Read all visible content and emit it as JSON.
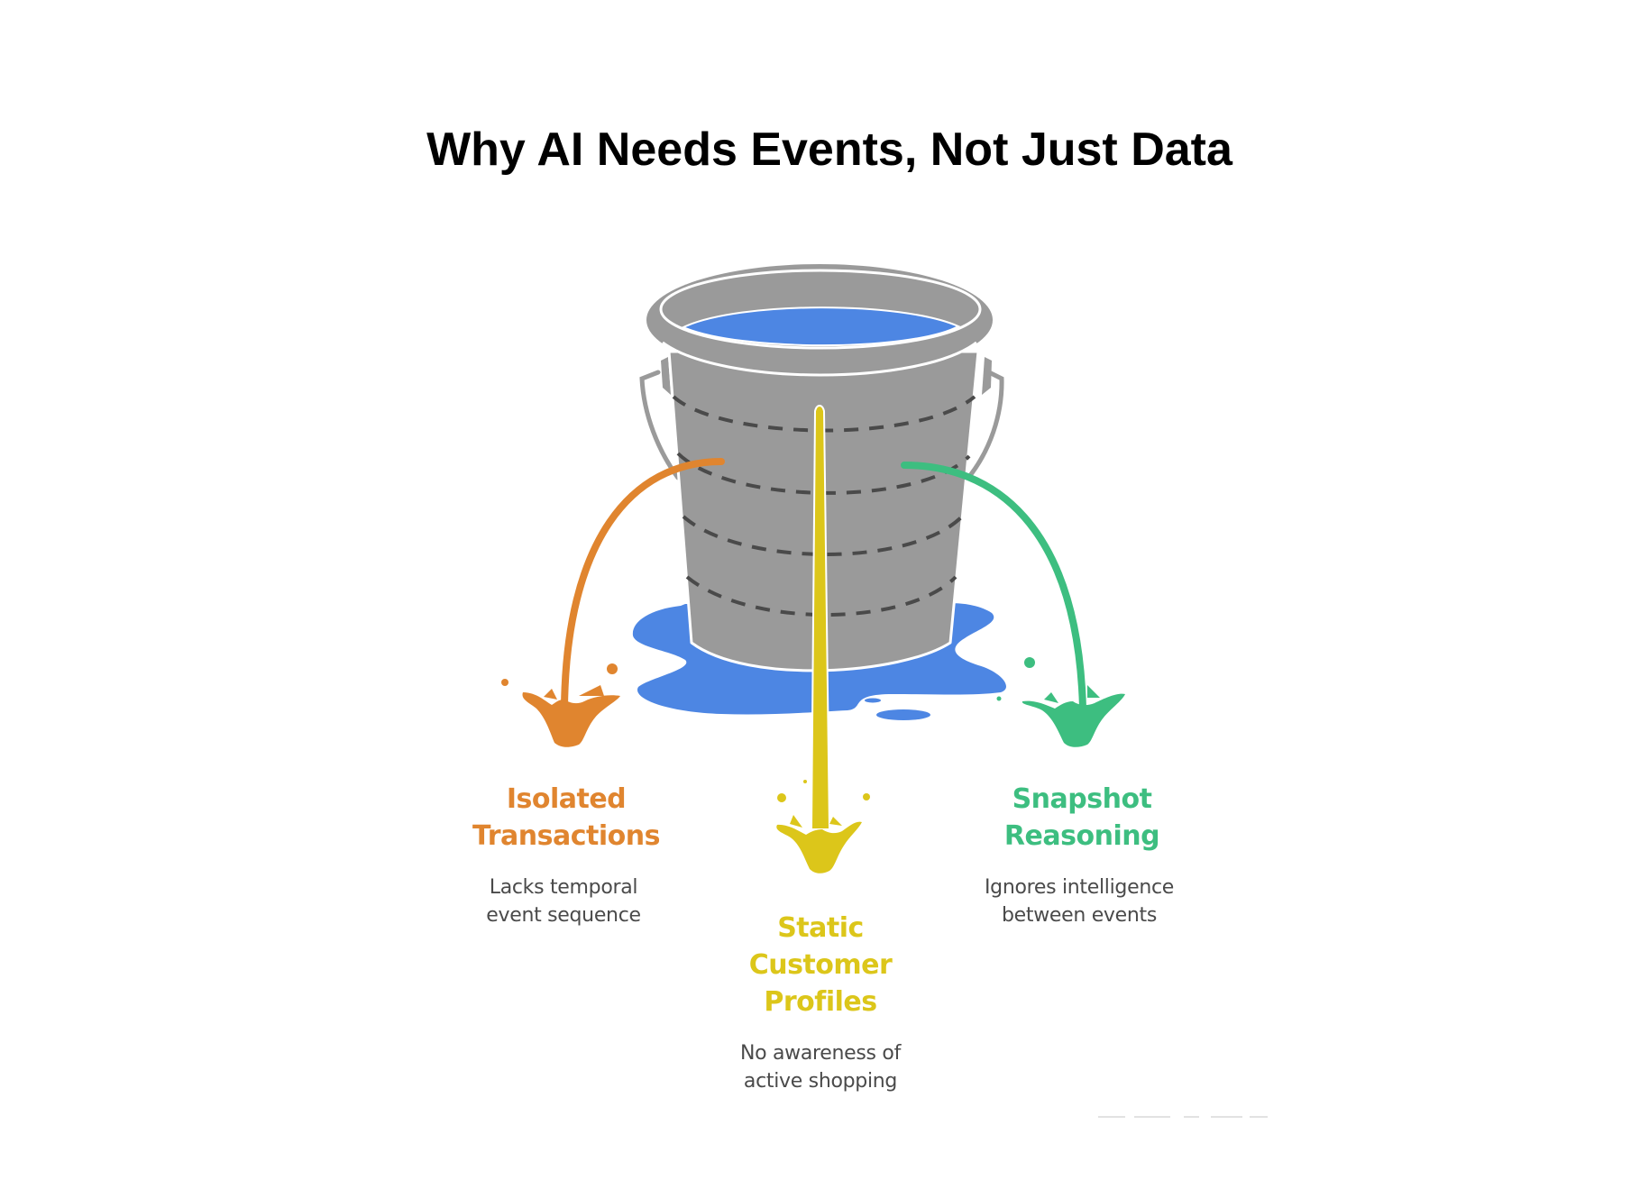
{
  "title": "Why AI Needs Events, Not Just Data",
  "colors": {
    "bucket": "#9a9a9a",
    "bucket_band_dash": "#4a4a4a",
    "water": "#4D86E3",
    "orange": "#E0852F",
    "yellow": "#DCC61A",
    "green": "#3DBE80",
    "description_text": "#4a4a4a"
  },
  "center_graphic": {
    "icon": "leaking-bucket-icon",
    "description": "Gray bucket full of blue water, leaking three streams into splashes"
  },
  "leaks": [
    {
      "id": "isolated-transactions",
      "color_key": "orange",
      "heading_lines": [
        "Isolated",
        "Transactions"
      ],
      "description_lines": [
        "Lacks temporal",
        "event sequence"
      ]
    },
    {
      "id": "static-customer-profiles",
      "color_key": "yellow",
      "heading_lines": [
        "Static",
        "Customer",
        "Profiles"
      ],
      "description_lines": [
        "No awareness of",
        "active shopping"
      ]
    },
    {
      "id": "snapshot-reasoning",
      "color_key": "green",
      "heading_lines": [
        "Snapshot",
        "Reasoning"
      ],
      "description_lines": [
        "Ignores intelligence",
        "between events"
      ]
    }
  ]
}
